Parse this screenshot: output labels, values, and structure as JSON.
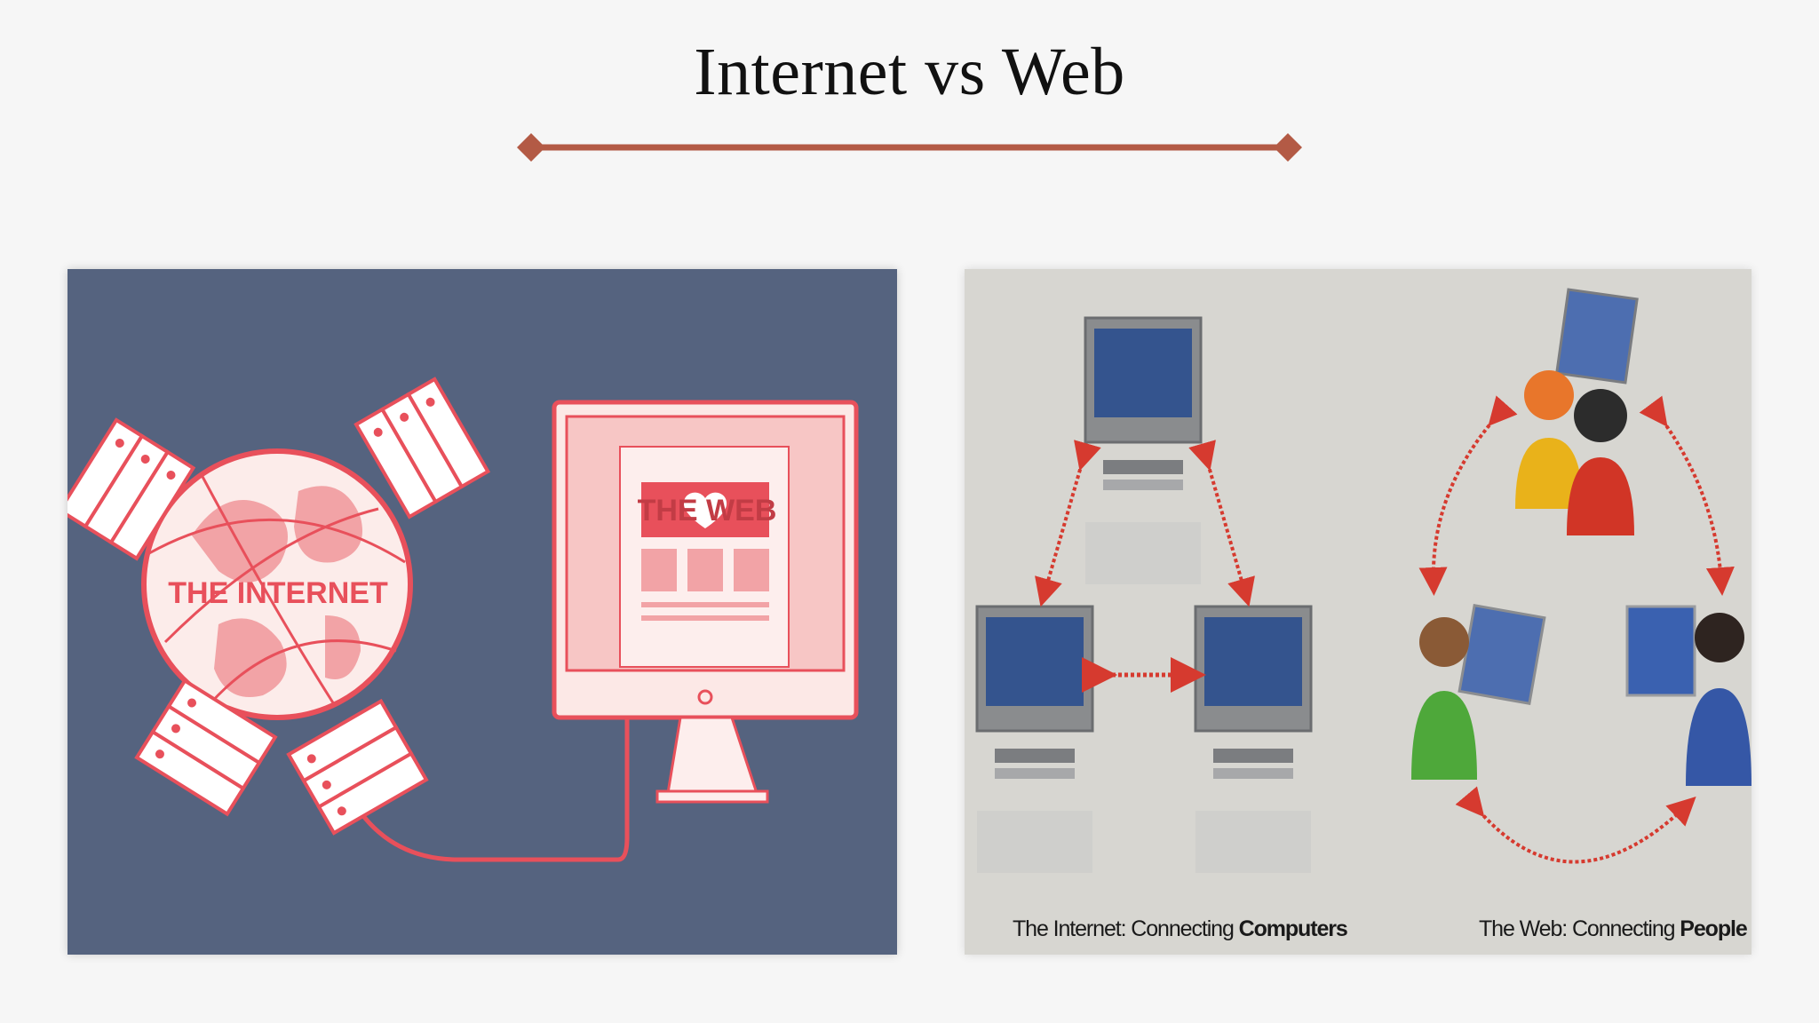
{
  "slide": {
    "title": "Internet vs Web",
    "accent_color": "#b35a45"
  },
  "left_panel": {
    "internet_label": "THE INTERNET",
    "web_label": "THE WEB",
    "background": "#55637f",
    "accent": "#e8505b"
  },
  "right_panel": {
    "caption_internet_prefix": "The Internet: Connecting ",
    "caption_internet_bold": "Computers",
    "caption_web_prefix": "The Web: Connecting ",
    "caption_web_bold": "People",
    "background": "#d7d6d1",
    "arrow_color": "#d63a2f",
    "screen_color": "#34548e"
  }
}
